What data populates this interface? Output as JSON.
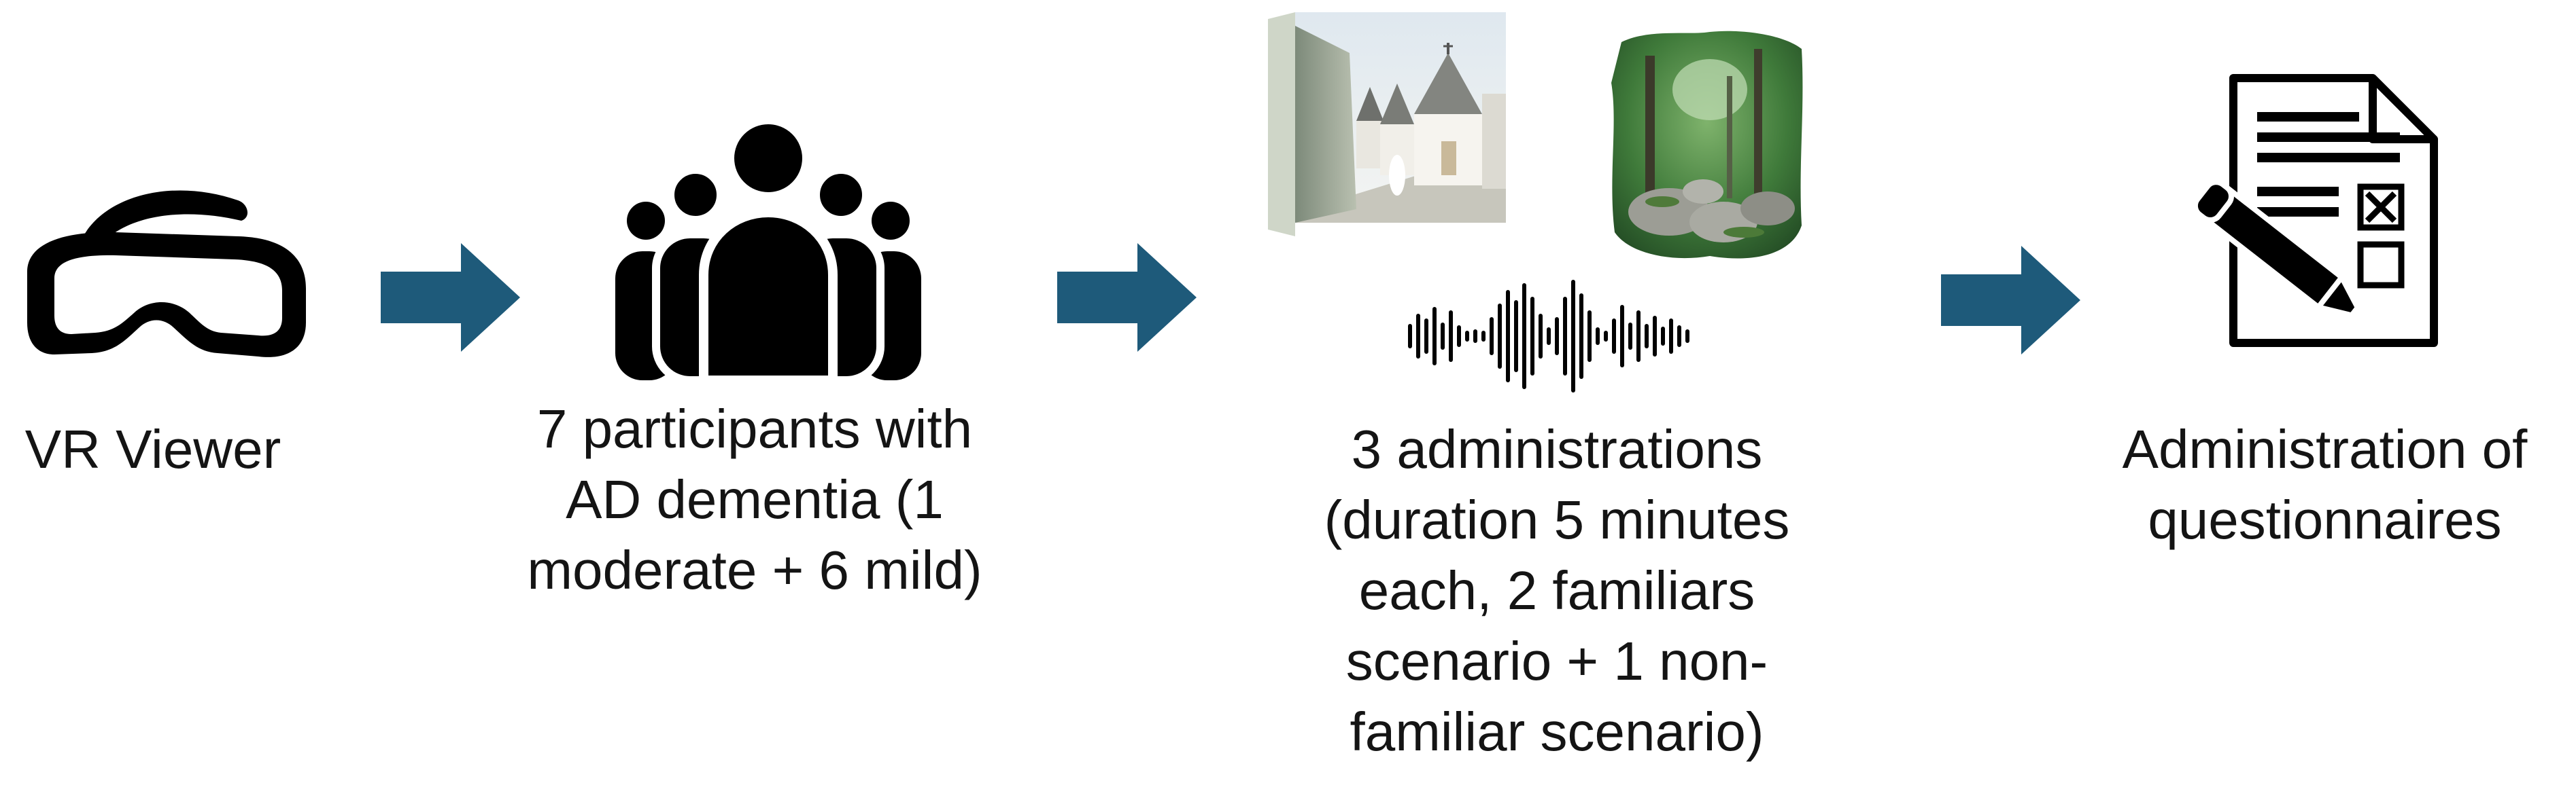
{
  "steps": [
    {
      "id": "vr-viewer",
      "label": "VR Viewer",
      "icon": "vr-headset-icon"
    },
    {
      "id": "participants",
      "label": "7 participants with\nAD dementia (1\nmoderate + 6 mild)",
      "icon": "people-group-icon"
    },
    {
      "id": "administrations",
      "label": "3 administrations\n(duration 5 minutes\neach, 2 familiars\nscenario + 1 non-\nfamiliar scenario)",
      "icons": [
        "village-scene-image",
        "forest-scene-image",
        "sound-wave-icon"
      ]
    },
    {
      "id": "questionnaires",
      "label": "Administration of\nquestionnaires",
      "icon": "questionnaire-icon"
    }
  ],
  "arrow_color": "#1e5a7a",
  "icon_color": "#000000"
}
